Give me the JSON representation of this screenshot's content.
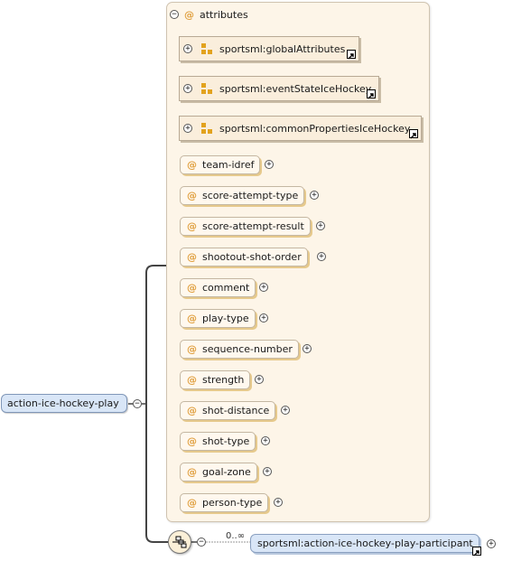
{
  "attributes_panel": {
    "title": "attributes",
    "groups": [
      {
        "label": "sportsml:globalAttributes"
      },
      {
        "label": "sportsml:eventStateIceHockey"
      },
      {
        "label": "sportsml:commonPropertiesIceHockey"
      }
    ],
    "attributes": [
      {
        "label": "team-idref"
      },
      {
        "label": "score-attempt-type"
      },
      {
        "label": "score-attempt-result"
      },
      {
        "label": "shootout-shot-order"
      },
      {
        "label": "comment"
      },
      {
        "label": "play-type"
      },
      {
        "label": "sequence-number"
      },
      {
        "label": "strength"
      },
      {
        "label": "shot-distance"
      },
      {
        "label": "shot-type"
      },
      {
        "label": "goal-zone"
      },
      {
        "label": "person-type"
      }
    ]
  },
  "root_element": {
    "label": "action-ice-hockey-play"
  },
  "child_element": {
    "label": "sportsml:action-ice-hockey-play-participant",
    "cardinality": "0..∞"
  },
  "symbols": {
    "attribute": "@",
    "expanded": "−",
    "collapsed": "+"
  },
  "colors": {
    "panel_bg": "#fdf5e8",
    "group_icon": "#e2a21e",
    "element_bg": "#d9e6f7",
    "attribute_marker": "#e0a040"
  }
}
